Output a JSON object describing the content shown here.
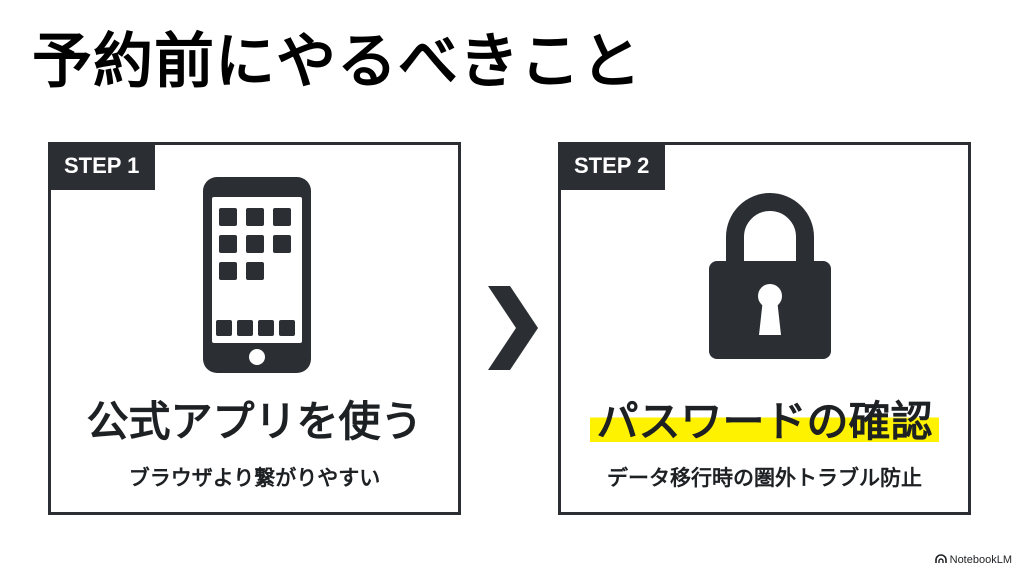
{
  "page": {
    "title": "予約前にやるべきこと"
  },
  "steps": [
    {
      "tag": "STEP 1",
      "icon": "smartphone-icon",
      "heading": "公式アプリを使う",
      "subtext": "ブラウザより繋がりやすい"
    },
    {
      "tag": "STEP 2",
      "icon": "padlock-icon",
      "heading": "パスワードの確認",
      "heading_highlight_color": "#fff200",
      "subtext": "データ移行時の圏外トラブル防止"
    }
  ],
  "connector": {
    "icon": "chevron-right-icon"
  },
  "branding": {
    "label": "NotebookLM",
    "icon": "notebooklm-logo-icon"
  },
  "colors": {
    "ink": "#2b2f33",
    "text": "#1e2124",
    "highlight": "#fff200",
    "background": "#ffffff"
  }
}
